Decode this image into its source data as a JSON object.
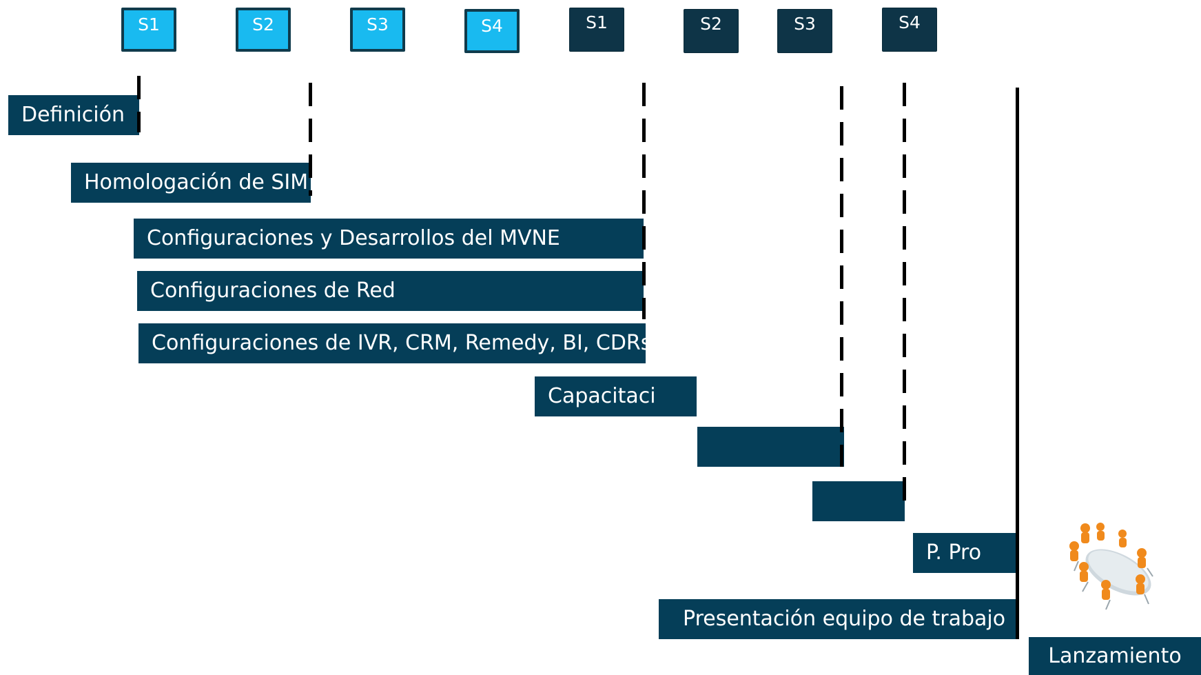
{
  "weeks": [
    {
      "label": "S1",
      "month": 1
    },
    {
      "label": "S2",
      "month": 1
    },
    {
      "label": "S3",
      "month": 1
    },
    {
      "label": "S4",
      "month": 1
    },
    {
      "label": "S1",
      "month": 2
    },
    {
      "label": "S2",
      "month": 2
    },
    {
      "label": "S3",
      "month": 2
    },
    {
      "label": "S4",
      "month": 2
    }
  ],
  "tasks": [
    {
      "label": "Definición"
    },
    {
      "label": "Homologación de SIM"
    },
    {
      "label": "Configuraciones y Desarrollos del MVNE"
    },
    {
      "label": "Configuraciones de Red"
    },
    {
      "label": "Configuraciones de IVR, CRM, Remedy, BI, CDRs"
    },
    {
      "label": "Capacitaci"
    },
    {
      "label": ""
    },
    {
      "label": ""
    },
    {
      "label": "P. Pro"
    },
    {
      "label": "Presentación equipo de trabajo"
    }
  ],
  "milestone": {
    "label": "Lanzamiento",
    "icon": "team-meeting-icon"
  },
  "colors": {
    "bar": "#053e58",
    "week_month1": "#19baf0",
    "week_month2": "#0e3447",
    "figure_orange": "#f08a1c",
    "table": "#cfd8de"
  }
}
